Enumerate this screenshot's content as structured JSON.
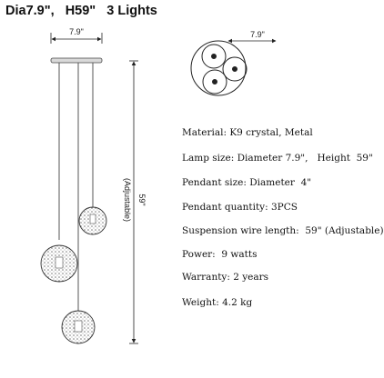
{
  "header": {
    "title": "Dia7.9\",   H59\"   3 Lights"
  },
  "dimensions": {
    "canopy_width": "7.9\"",
    "top_view_width": "7.9\"",
    "height": "59\"",
    "adjustable": "(Adjustable)"
  },
  "specs": [
    {
      "text": "Material: K9 crystal, Metal"
    },
    {
      "text": "Lamp size: Diameter 7.9\",   Height  59\""
    },
    {
      "text": "Pendant size: Diameter  4\""
    },
    {
      "text": "Pendant quantity: 3PCS"
    },
    {
      "text": "Suspension wire length:  59\" (Adjustable)"
    },
    {
      "text": "Power:  9 watts"
    },
    {
      "text": "Warranty: 2 years"
    },
    {
      "text": "Weight: 4.2 kg"
    }
  ]
}
